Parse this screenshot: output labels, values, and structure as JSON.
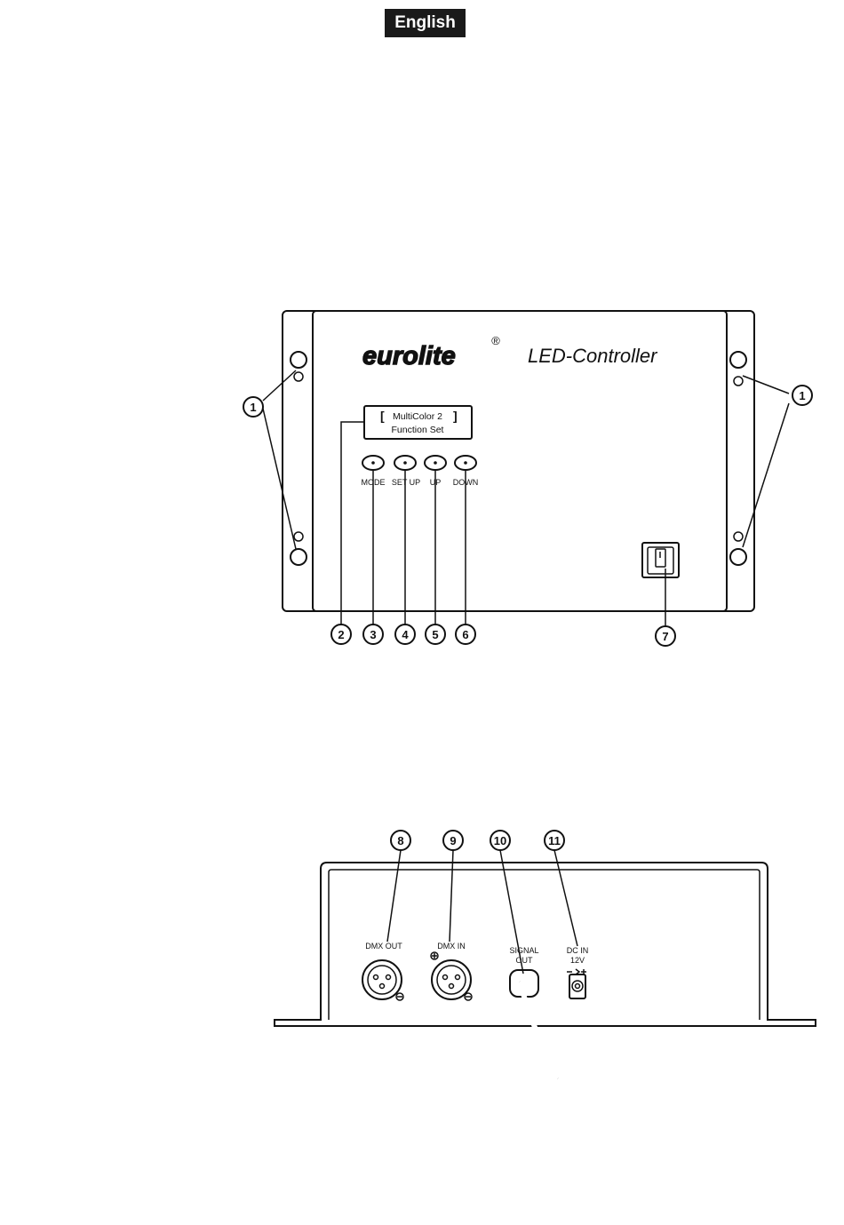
{
  "header": {
    "language_badge": "English"
  },
  "front_panel": {
    "brand": "eurolite",
    "brand_mark": "®",
    "product_title": "LED-Controller",
    "display": {
      "line1": "MultiColor  2",
      "line2": "Function Set"
    },
    "buttons": [
      {
        "label": "MODE"
      },
      {
        "label": "SET UP"
      },
      {
        "label": "UP"
      },
      {
        "label": "DOWN"
      }
    ],
    "callouts": [
      "1",
      "1",
      "2",
      "3",
      "4",
      "5",
      "6",
      "7"
    ]
  },
  "rear_panel": {
    "connectors": [
      {
        "label": "DMX OUT"
      },
      {
        "label": "DMX IN"
      },
      {
        "label_line1": "SIGNAL",
        "label_line2": "OUT"
      },
      {
        "label_line1": "DC IN",
        "label_line2": "12V"
      }
    ],
    "callouts": [
      "8",
      "9",
      "10",
      "11"
    ]
  }
}
